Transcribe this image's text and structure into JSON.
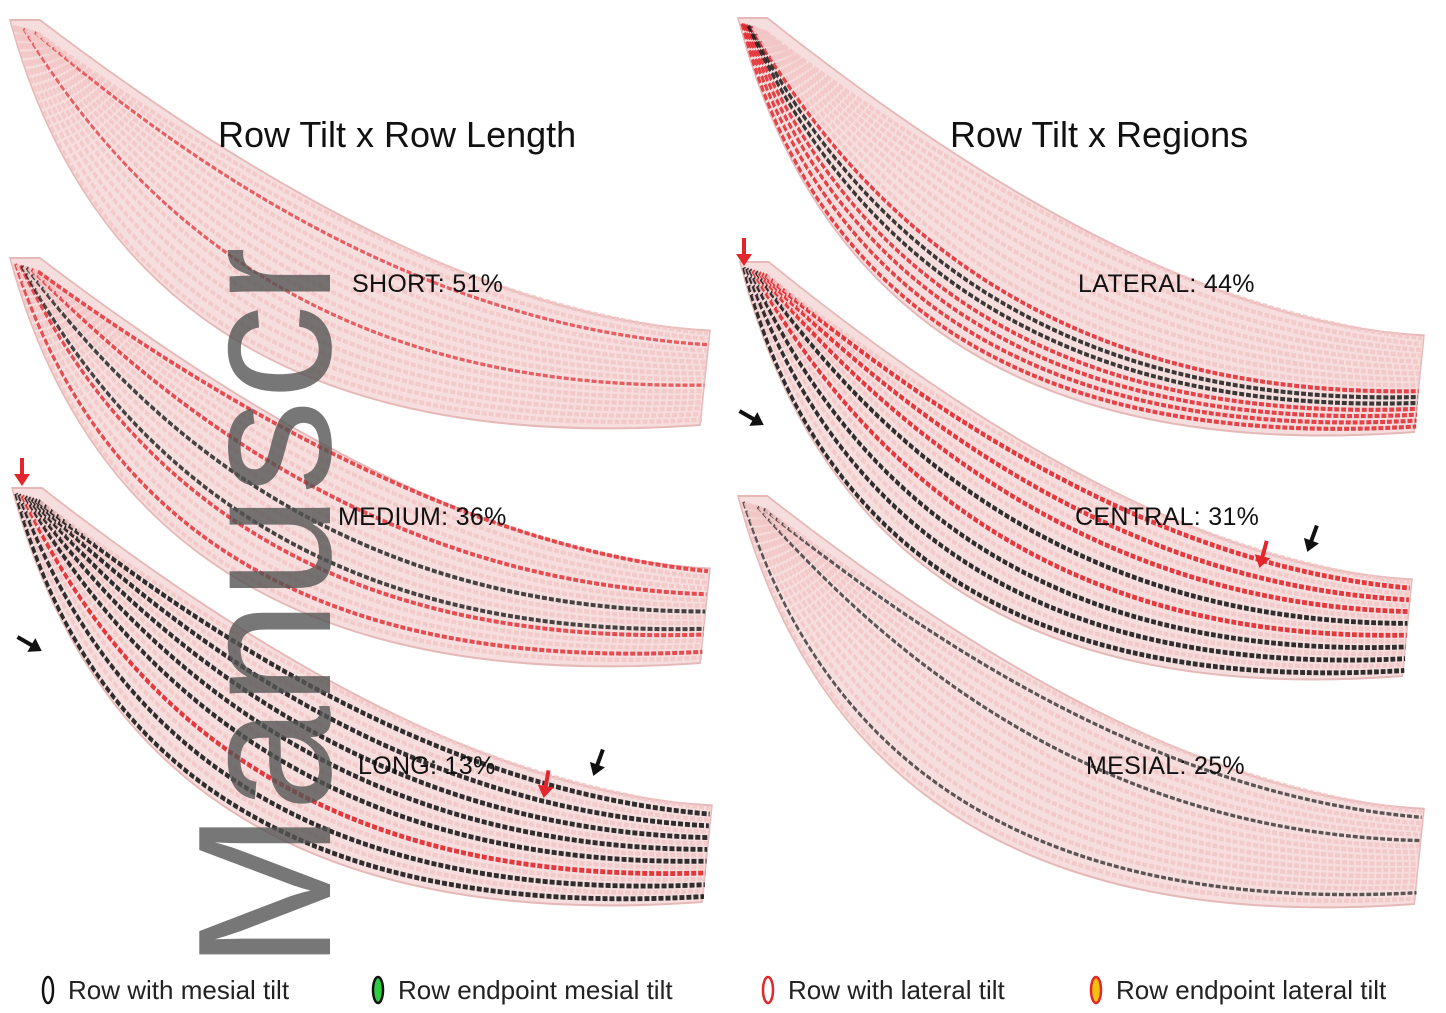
{
  "panels": [
    {
      "title": "Row Tilt x Row Length",
      "sections": [
        {
          "label": "SHORT: 51%"
        },
        {
          "label": "MEDIUM: 36%"
        },
        {
          "label": "LONG: 13%"
        }
      ]
    },
    {
      "title": "Row Tilt x Regions",
      "sections": [
        {
          "label": "LATERAL: 44%"
        },
        {
          "label": "CENTRAL: 31%"
        },
        {
          "label": "MESIAL: 25%"
        }
      ]
    }
  ],
  "legend": [
    {
      "label": "Row with mesial tilt",
      "stroke": "#111111",
      "fill": "none"
    },
    {
      "label": "Row endpoint mesial tilt",
      "stroke": "#111111",
      "fill": "#2ecc40"
    },
    {
      "label": "Row with lateral tilt",
      "stroke": "#e3262b",
      "fill": "none"
    },
    {
      "label": "Row endpoint lateral tilt",
      "stroke": "#e3262b",
      "fill": "#f4c20d"
    }
  ],
  "watermark": "Manuscript",
  "colors": {
    "mesial": "#1a1a1a",
    "lateral": "#e3262b",
    "background_rows": "#f2c5c5",
    "arrow_red": "#e3262b",
    "arrow_black": "#111111"
  }
}
